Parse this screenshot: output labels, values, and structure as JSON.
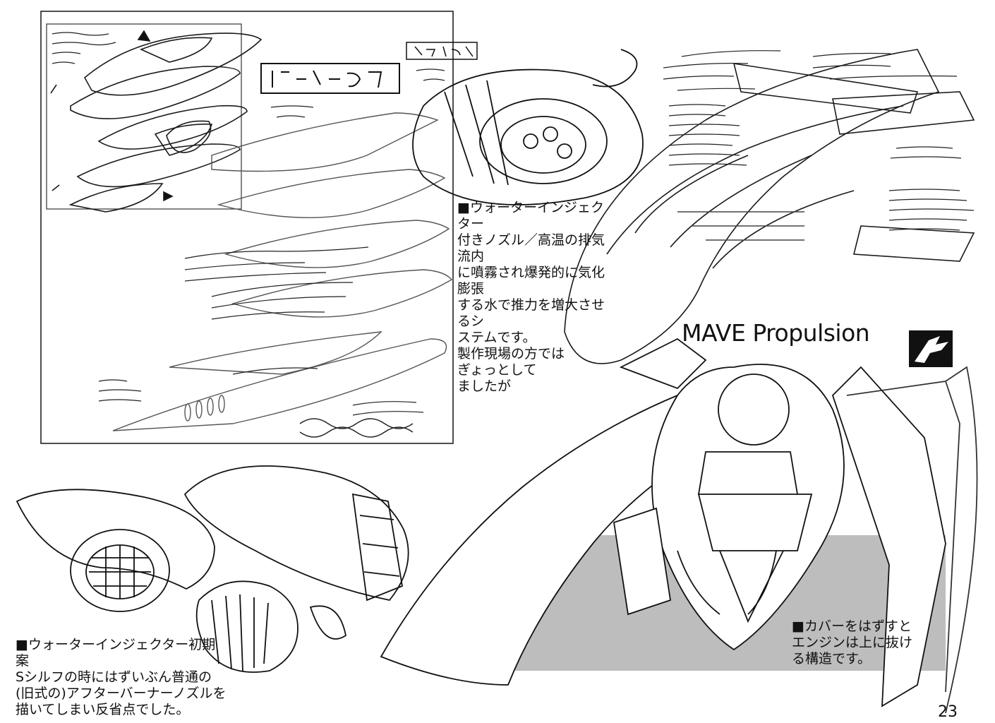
{
  "page": {
    "title": "MAVE Propulsion",
    "page_number": "23"
  },
  "captions": {
    "water_injector_nozzle": "■ウォーターインジェクター\n付きノズル／高温の排気流内\nに噴霧され爆発的に気化膨張\nする水で推力を増大させるシ\nステムです。\n製作現場の方では\nぎょっとして\nましたが",
    "water_injector_early": "■ウォーターインジェクター初期案\nSシルフの時にはずいぶん普通の\n(旧式の)アフターバーナーノズルを\n描いてしまい反省点でした。",
    "engine_cover": "■カバーをはずすと\nエンジンは上に抜け\nる構造です。"
  },
  "logo": {
    "icon": "fighter-jet-emblem-icon"
  }
}
